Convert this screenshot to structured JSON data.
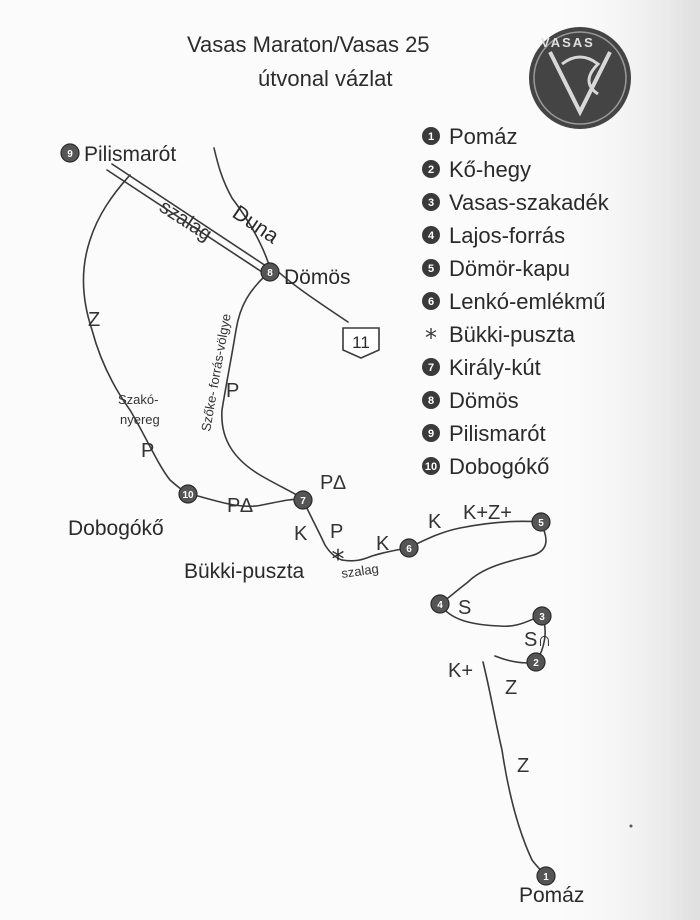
{
  "title": {
    "line1": "Vasas Maraton/Vasas 25",
    "line2": "útvonal vázlat"
  },
  "logo": {
    "text": "VASAS"
  },
  "legend": [
    {
      "marker": "1",
      "label": "Pomáz"
    },
    {
      "marker": "2",
      "label": "Kő-hegy"
    },
    {
      "marker": "3",
      "label": "Vasas-szakadék"
    },
    {
      "marker": "4",
      "label": "Lajos-forrás"
    },
    {
      "marker": "5",
      "label": "Dömör-kapu"
    },
    {
      "marker": "6",
      "label": "Lenkó-emlékmű"
    },
    {
      "marker": "*",
      "label": "Bükki-puszta"
    },
    {
      "marker": "7",
      "label": "Király-kút"
    },
    {
      "marker": "8",
      "label": "Dömös"
    },
    {
      "marker": "9",
      "label": "Pilismarót"
    },
    {
      "marker": "10",
      "label": "Dobogókő"
    }
  ],
  "places": {
    "pilismarot": "Pilismarót",
    "domos": "Dömös",
    "dobogoko": "Dobogókő",
    "bukki_puszta": "Bükki-puszta",
    "pomaz": "Pomáz",
    "duna": "Duna",
    "road_11": "11",
    "szako_1": "Szakó-",
    "szako_2": "nyereg",
    "valley": "Szőke- forrás-völgye"
  },
  "trail_marks": {
    "szalag_big": "szalag",
    "szalag_small": "szalag",
    "z_west": "Z",
    "p_west": "P",
    "p_valley": "P",
    "p_triangle_1": "P∆",
    "p_triangle_2": "P∆",
    "k_1": "K",
    "p_mid": "P",
    "k_2": "K",
    "k_3": "K",
    "kzplus": "K+Z+",
    "s": "S",
    "s_omega": "S∩",
    "kplus": "K+",
    "z_1": "Z",
    "z_2": "Z"
  },
  "stop_numbers": {
    "n1": "1",
    "n2": "2",
    "n3": "3",
    "n4": "4",
    "n5": "5",
    "n6": "6",
    "n7": "7",
    "n8": "8",
    "n9": "9",
    "n10": "10",
    "star": "*"
  }
}
